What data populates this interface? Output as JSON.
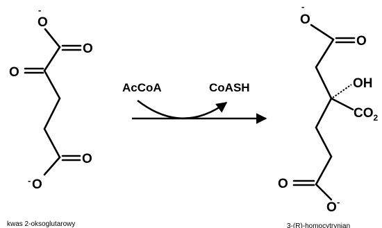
{
  "left_molecule": {
    "caption": "kwas 2-oksoglutarowy",
    "atoms": {
      "o_top_charge": "-",
      "o_top": "O",
      "o_top_double": "O",
      "o_keto": "O",
      "o_bottom_double": "O",
      "o_bottom": "O",
      "o_bottom_charge": "-"
    }
  },
  "reaction": {
    "reagent_in": "AcCoA",
    "reagent_out": "CoASH"
  },
  "right_molecule": {
    "caption": "3-(R)-homocytrynian",
    "atoms": {
      "o_top_charge": "-",
      "o_top": "O",
      "o_top_double": "O",
      "oh": "OH",
      "co2": "CO",
      "co2_sub": "2",
      "o_bottom_double": "O",
      "o_bottom": "O",
      "o_bottom_charge": "-"
    }
  }
}
